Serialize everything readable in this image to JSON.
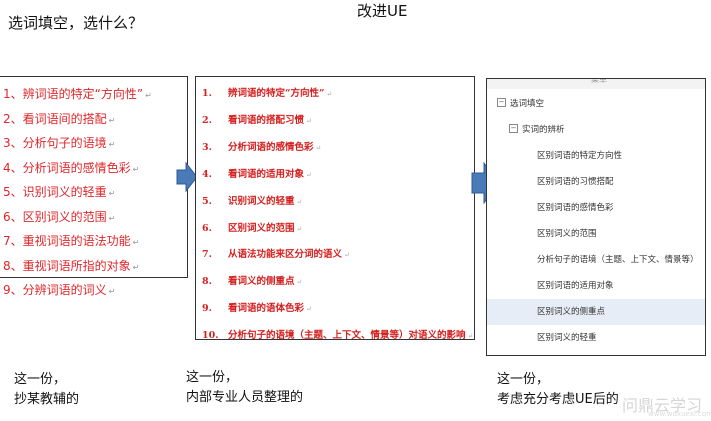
{
  "header": {
    "question": "选词填空，选什么？",
    "improve_title": "改进UE"
  },
  "panel1": {
    "items": [
      "1、辨词语的特定“方向性”",
      "2、看词语间的搭配",
      "3、分析句子的语境",
      "4、分析词语的感情色彩",
      "5、识别词义的轻重",
      "6、区别词义的范围",
      "7、重视词语的语法功能",
      "8、重视词语所指的对象",
      "9、分辨词语的词义"
    ]
  },
  "panel2": {
    "items": [
      {
        "num": "1.",
        "text": "辨词语的特定“方向性”"
      },
      {
        "num": "2.",
        "text": "看词语的搭配习惯"
      },
      {
        "num": "3.",
        "text": "分析词语的感情色彩"
      },
      {
        "num": "4.",
        "text": "看词语的适用对象"
      },
      {
        "num": "5.",
        "text": "识别词义的轻重"
      },
      {
        "num": "6.",
        "text": "区别词义的范围"
      },
      {
        "num": "7.",
        "text": "从语法功能来区分词的语义"
      },
      {
        "num": "8.",
        "text": "看词义的侧重点"
      },
      {
        "num": "9.",
        "text": "看词语的语体色彩"
      },
      {
        "num": "10.",
        "text": "分析句子的语境（主题、上下文、情景等）对语义的影响"
      }
    ]
  },
  "panel3": {
    "top_label": "菜单",
    "root": {
      "label": "选词填空",
      "toggle": "−"
    },
    "child": {
      "label": "实词的辨析",
      "toggle": "−"
    },
    "items": [
      "区别词语的特定方向性",
      "区别词语的习惯搭配",
      "区别词语的感情色彩",
      "区别词义的范围",
      "分析句子的语境（主题、上下文、情景等）",
      "区别词语的适用对象",
      "区别词义的侧重点",
      "区别词义的轻重"
    ],
    "highlighted_index": 6,
    "highlight_color": "#e6edf6"
  },
  "captions": {
    "c1_line1": "这一份，",
    "c1_line2": "抄某教辅的",
    "c2_line1": "这一份，",
    "c2_line2": "内部专业人员整理的",
    "c3_line1": "这一份，",
    "c3_line2": "考虑充分考虑UE后的"
  },
  "watermark": {
    "text": "问鼎云学习",
    "url": "www.wdxuexi.com"
  },
  "colors": {
    "panel1_text": "#e0262a",
    "panel2_text": "#d4201f",
    "arrow_fill": "#4a7ab8"
  }
}
